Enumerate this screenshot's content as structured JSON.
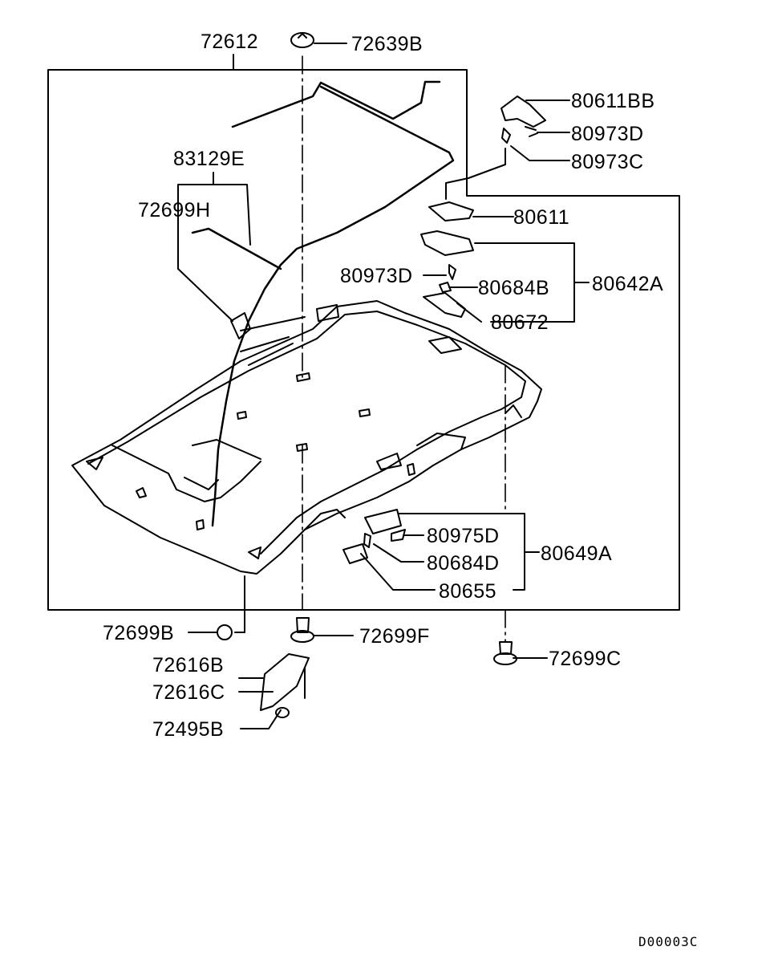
{
  "labels": {
    "p72612": "72612",
    "p72639B": "72639B",
    "p80611BB": "80611BB",
    "p80973D_top": "80973D",
    "p80973C": "80973C",
    "p83129E": "83129E",
    "p72699H": "72699H",
    "p80611": "80611",
    "p80973D_mid": "80973D",
    "p80684B": "80684B",
    "p80642A": "80642A",
    "p80672": "80672",
    "p80975D": "80975D",
    "p80684D": "80684D",
    "p80649A": "80649A",
    "p80655": "80655",
    "p72699B": "72699B",
    "p72699F": "72699F",
    "p72699C": "72699C",
    "p72616B": "72616B",
    "p72616C": "72616C",
    "p72495B": "72495B"
  },
  "diagram_code": "D00003C"
}
